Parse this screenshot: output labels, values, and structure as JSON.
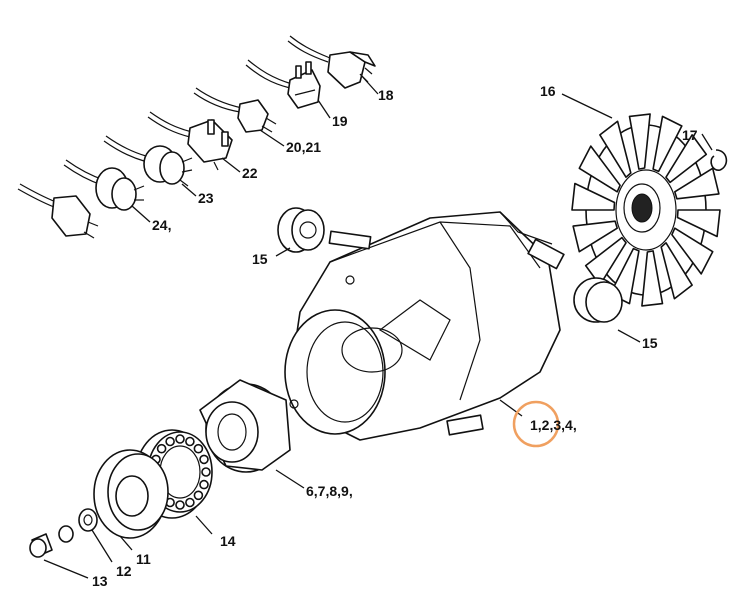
{
  "callouts": {
    "c1": "1,2,3,4,",
    "c6": "6,7,8,9,",
    "c11": "11",
    "c12": "12",
    "c13": "13",
    "c14": "14",
    "c15a": "15",
    "c15b": "15",
    "c16": "16",
    "c17": "17",
    "c18": "18",
    "c19": "19",
    "c20": "20,21",
    "c22": "22",
    "c23": "23",
    "c24": "24,"
  },
  "highlight": {
    "color": "#f0a060",
    "target": "1,2,3,4,"
  }
}
